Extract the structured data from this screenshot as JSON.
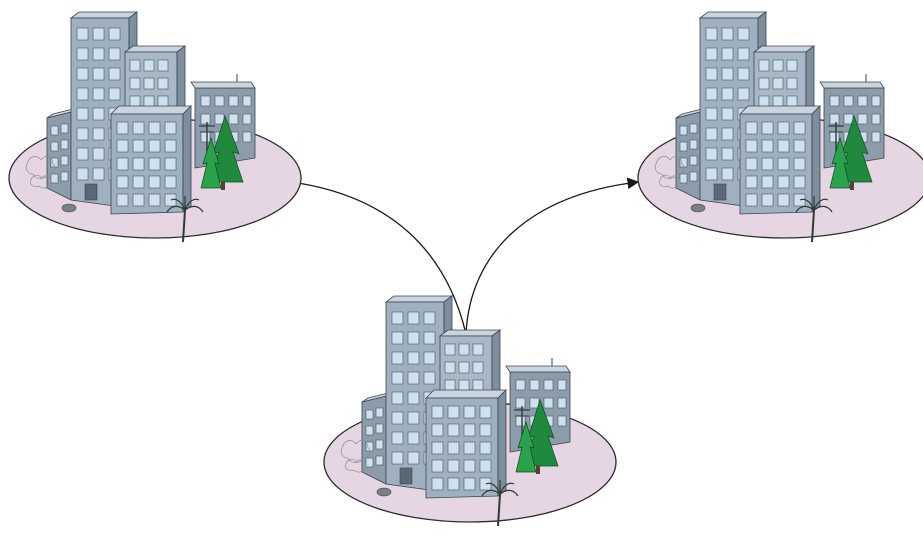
{
  "diagram": {
    "nodes": [
      {
        "id": "site-left",
        "icon": "city-block-icon"
      },
      {
        "id": "site-center",
        "icon": "city-block-icon"
      },
      {
        "id": "site-right",
        "icon": "city-block-icon"
      }
    ],
    "edges": [
      {
        "from": "site-left",
        "to": "site-center",
        "arrowhead": false
      },
      {
        "from": "site-center",
        "to": "site-right",
        "arrowhead": true
      }
    ],
    "colors": {
      "base_fill": "#e6d6e4",
      "building_front": "#9fb0c0",
      "building_side": "#7d8e9e",
      "building_top": "#c9d4de",
      "window": "#cfe0ee",
      "tree": "#1f8a3d",
      "connector": "#1a1a1a"
    }
  }
}
